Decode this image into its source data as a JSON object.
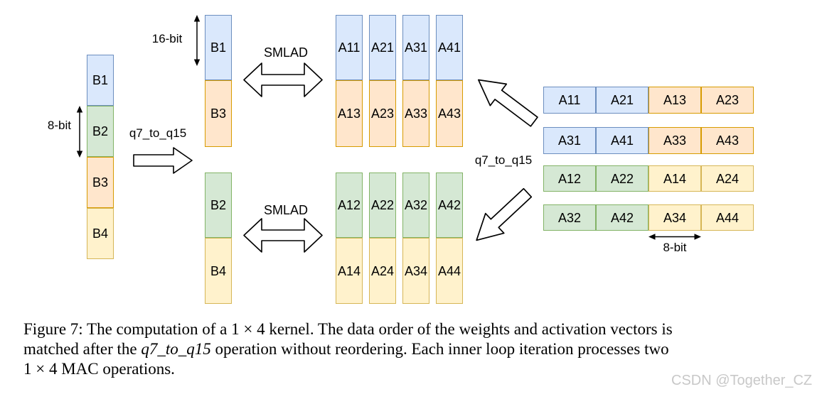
{
  "palette": {
    "blue": {
      "fill": "#dae8fc",
      "stroke": "#6c8ebf"
    },
    "green": {
      "fill": "#d5e8d4",
      "stroke": "#82b366"
    },
    "orange": {
      "fill": "#ffe6cc",
      "stroke": "#d79b00"
    },
    "yellow": {
      "fill": "#fff2cc",
      "stroke": "#d6b656"
    }
  },
  "diagram": {
    "weights_8bit": {
      "width_label": "8-bit",
      "cells": [
        {
          "label": "B1",
          "color": "blue"
        },
        {
          "label": "B2",
          "color": "green"
        },
        {
          "label": "B3",
          "color": "orange"
        },
        {
          "label": "B4",
          "color": "yellow"
        }
      ]
    },
    "convert_left_label": "q7_to_q15",
    "weights_16bit": {
      "width_label": "16-bit",
      "top_pair": [
        {
          "label": "B1",
          "color": "blue"
        },
        {
          "label": "B3",
          "color": "orange"
        }
      ],
      "bottom_pair": [
        {
          "label": "B2",
          "color": "green"
        },
        {
          "label": "B4",
          "color": "yellow"
        }
      ]
    },
    "smlad_top_label": "SMLAD",
    "smlad_bottom_label": "SMLAD",
    "activations_16bit": {
      "top_columns": [
        [
          "A11",
          "A13"
        ],
        [
          "A21",
          "A23"
        ],
        [
          "A31",
          "A33"
        ],
        [
          "A41",
          "A43"
        ]
      ],
      "bottom_columns": [
        [
          "A12",
          "A14"
        ],
        [
          "A22",
          "A24"
        ],
        [
          "A32",
          "A34"
        ],
        [
          "A42",
          "A44"
        ]
      ]
    },
    "convert_right_label": "q7_to_q15",
    "activations_8bit": {
      "width_label": "8-bit",
      "rows": [
        [
          "A11",
          "A21",
          "A13",
          "A23"
        ],
        [
          "A31",
          "A41",
          "A33",
          "A43"
        ],
        [
          "A12",
          "A22",
          "A14",
          "A24"
        ],
        [
          "A32",
          "A42",
          "A34",
          "A44"
        ]
      ]
    }
  },
  "caption": {
    "line1": "Figure 7: The computation of a 1 × 4 kernel. The data order of the weights and activation vectors is",
    "line2_before": "matched after the ",
    "line2_italic": "q7_to_q15",
    "line2_after": " operation without reordering. Each inner loop iteration processes two",
    "line3": "1 × 4 MAC operations."
  },
  "watermark": "CSDN @Together_CZ"
}
